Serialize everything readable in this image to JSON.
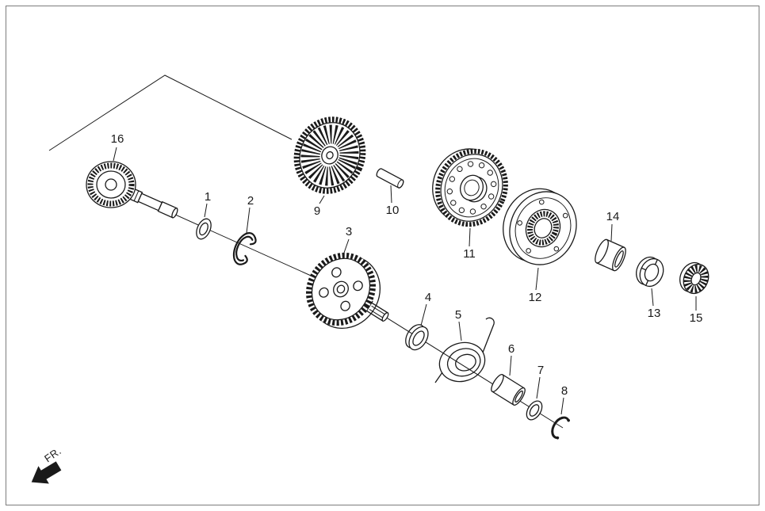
{
  "colors": {
    "background": "#ffffff",
    "line": "#1a1a1a",
    "border": "#7c7c7c"
  },
  "fr_label": "FR.",
  "part_labels": {
    "1": "1",
    "2": "2",
    "3": "3",
    "4": "4",
    "5": "5",
    "6": "6",
    "7": "7",
    "8": "8",
    "9": "9",
    "10": "10",
    "11": "11",
    "12": "12",
    "13": "13",
    "14": "14",
    "15": "15",
    "16": "16"
  }
}
